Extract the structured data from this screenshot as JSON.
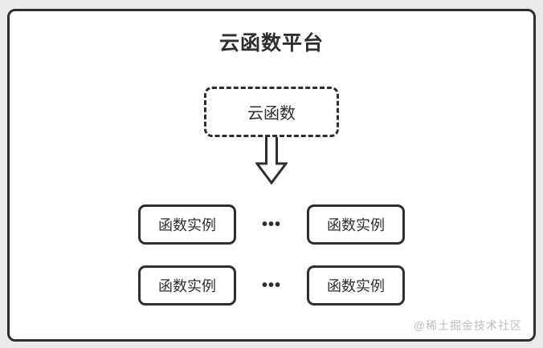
{
  "diagram": {
    "title": "云函数平台",
    "cloud_box": {
      "label": "云函数"
    },
    "arrow": {
      "direction": "down",
      "style": "hollow-outline"
    },
    "rows": [
      {
        "left": "函数实例",
        "dots": "•••",
        "right": "函数实例"
      },
      {
        "left": "函数实例",
        "dots": "•••",
        "right": "函数实例"
      }
    ]
  },
  "watermark": {
    "text": "@稀土掘金技术社区"
  },
  "colors": {
    "line": "#2e2e2e",
    "text": "#2e2e2e",
    "panel_background": "#ffffff",
    "page_background": "#e9e9e9",
    "watermark_text": "#bdbdbd"
  }
}
